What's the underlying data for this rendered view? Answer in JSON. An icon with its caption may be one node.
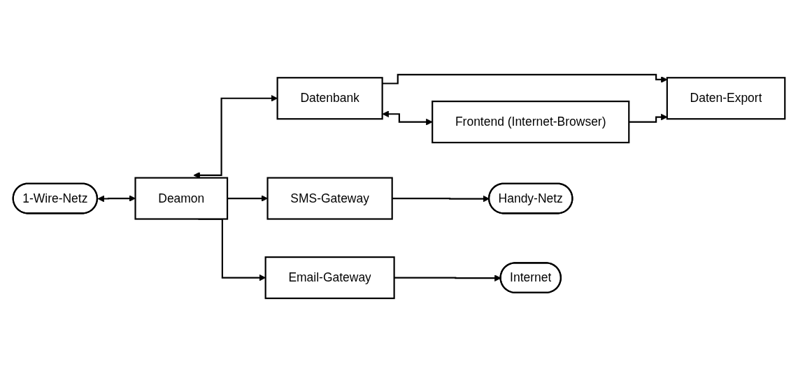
{
  "diagram": {
    "nodes": [
      {
        "text": [
          "1-Wire-Netz"
        ]
      },
      {
        "text": [
          "Deamon"
        ]
      },
      {
        "text": [
          "Daten-Export"
        ]
      },
      {
        "text": [
          "Datenbank"
        ]
      },
      {
        "text": [
          "Frontend (Internet-Browser)"
        ]
      },
      {
        "text": [
          "SMS-Gateway"
        ]
      },
      {
        "text": [
          "Handy-Netz"
        ]
      },
      {
        "text": [
          "Email-Gateway"
        ]
      },
      {
        "text": [
          "Internet"
        ]
      }
    ],
    "edges": [
      {
        "from": 0,
        "to": 1,
        "arrow": "both"
      },
      {
        "from": 1,
        "to": 3,
        "arrow": "both"
      },
      {
        "from": 3,
        "to": 2,
        "arrow": "to"
      },
      {
        "from": 4,
        "to": 2,
        "arrow": "to"
      },
      {
        "from": 3,
        "to": 4,
        "arrow": "both"
      },
      {
        "from": 1,
        "to": 5,
        "arrow": "to"
      },
      {
        "from": 1,
        "to": 7,
        "arrow": "to"
      },
      {
        "from": 5,
        "to": 6,
        "arrow": "to"
      },
      {
        "from": 7,
        "to": 8,
        "arrow": "to"
      }
    ]
  }
}
